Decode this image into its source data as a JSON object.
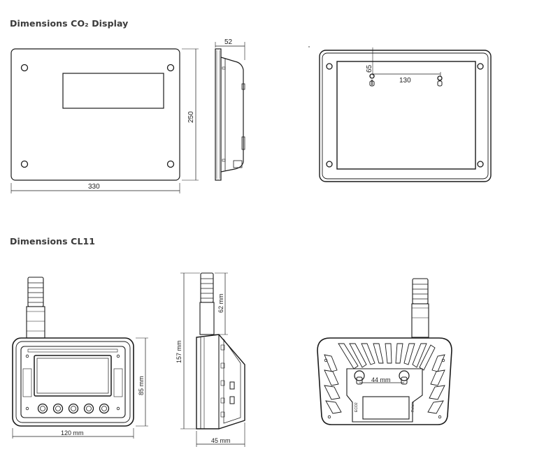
{
  "titles": {
    "co2_display": "Dimensions CO₂ Display",
    "cl11": "Dimensions CL11"
  },
  "co2_display": {
    "front": {
      "width": "330",
      "height": "250"
    },
    "side": {
      "depth": "52"
    },
    "back": {
      "hole_offset": "65",
      "hole_spacing": "130"
    }
  },
  "cl11": {
    "front": {
      "width": "120 mm",
      "height": "85 mm"
    },
    "side": {
      "total_height": "157 mm",
      "sensor_height": "62 mm",
      "depth": "45 mm"
    },
    "back": {
      "hole_spacing": "44 mm",
      "label_left": "ECO2",
      "label_right": "Relais"
    }
  }
}
